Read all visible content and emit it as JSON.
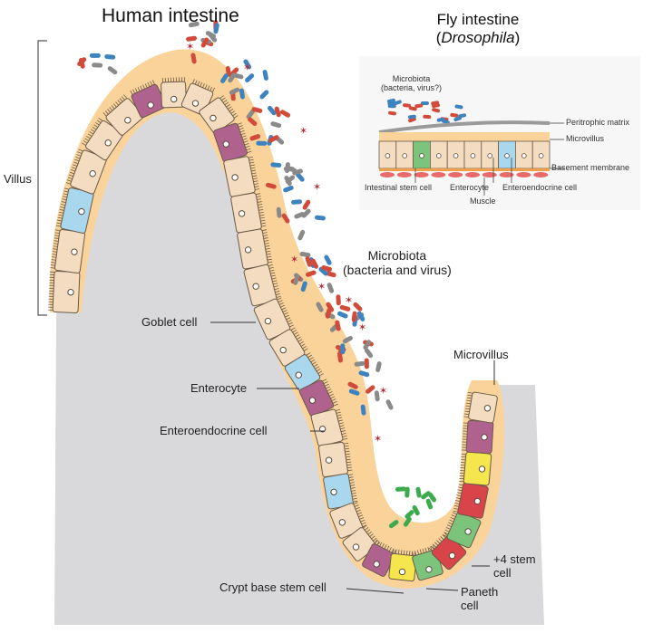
{
  "titles": {
    "human": "Human intestine",
    "fly_line1": "Fly intestine",
    "fly_open": "(",
    "fly_italic": "Drosophila",
    "fly_close": ")"
  },
  "human_labels": {
    "villus": "Villus",
    "microbiota_line1": "Microbiota",
    "microbiota_line2": "(bacteria and virus)",
    "goblet": "Goblet cell",
    "enterocyte": "Enterocyte",
    "enteroendocrine": "Enteroendocrine cell",
    "microvillus": "Microvillus",
    "stem4_line1": "+4 stem",
    "stem4_line2": "cell",
    "crypt_stem": "Crypt base stem cell",
    "paneth_line1": "Paneth",
    "paneth_line2": "cell"
  },
  "fly_labels": {
    "microbiota_line1": "Microbiota",
    "microbiota_line2": "(bacteria, virus?)",
    "peritrophic": "Peritrophic matrix",
    "microvillus": "Microvillus",
    "basement": "Basement membrane",
    "stem": "Intestinal stem cell",
    "enterocyte": "Enterocyte",
    "enteroendocrine": "Enteroendocrine cell",
    "muscle": "Muscle"
  },
  "colors": {
    "lumen_orange": "#f9d39a",
    "tissue_grey": "#d9d9dc",
    "enterocyte": "#f3dcc0",
    "goblet": "#b0628f",
    "enteroendocrine": "#a9d8ee",
    "paneth": "#d9444a",
    "stem": "#f6e64d",
    "crypt_stem": "#7cc47b",
    "bacteria_red": "#d24a3a",
    "bacteria_blue": "#3d83c0",
    "bacteria_grey": "#8a8a8a",
    "bacteria_green": "#3caa4d",
    "virus": "#b0303a"
  }
}
